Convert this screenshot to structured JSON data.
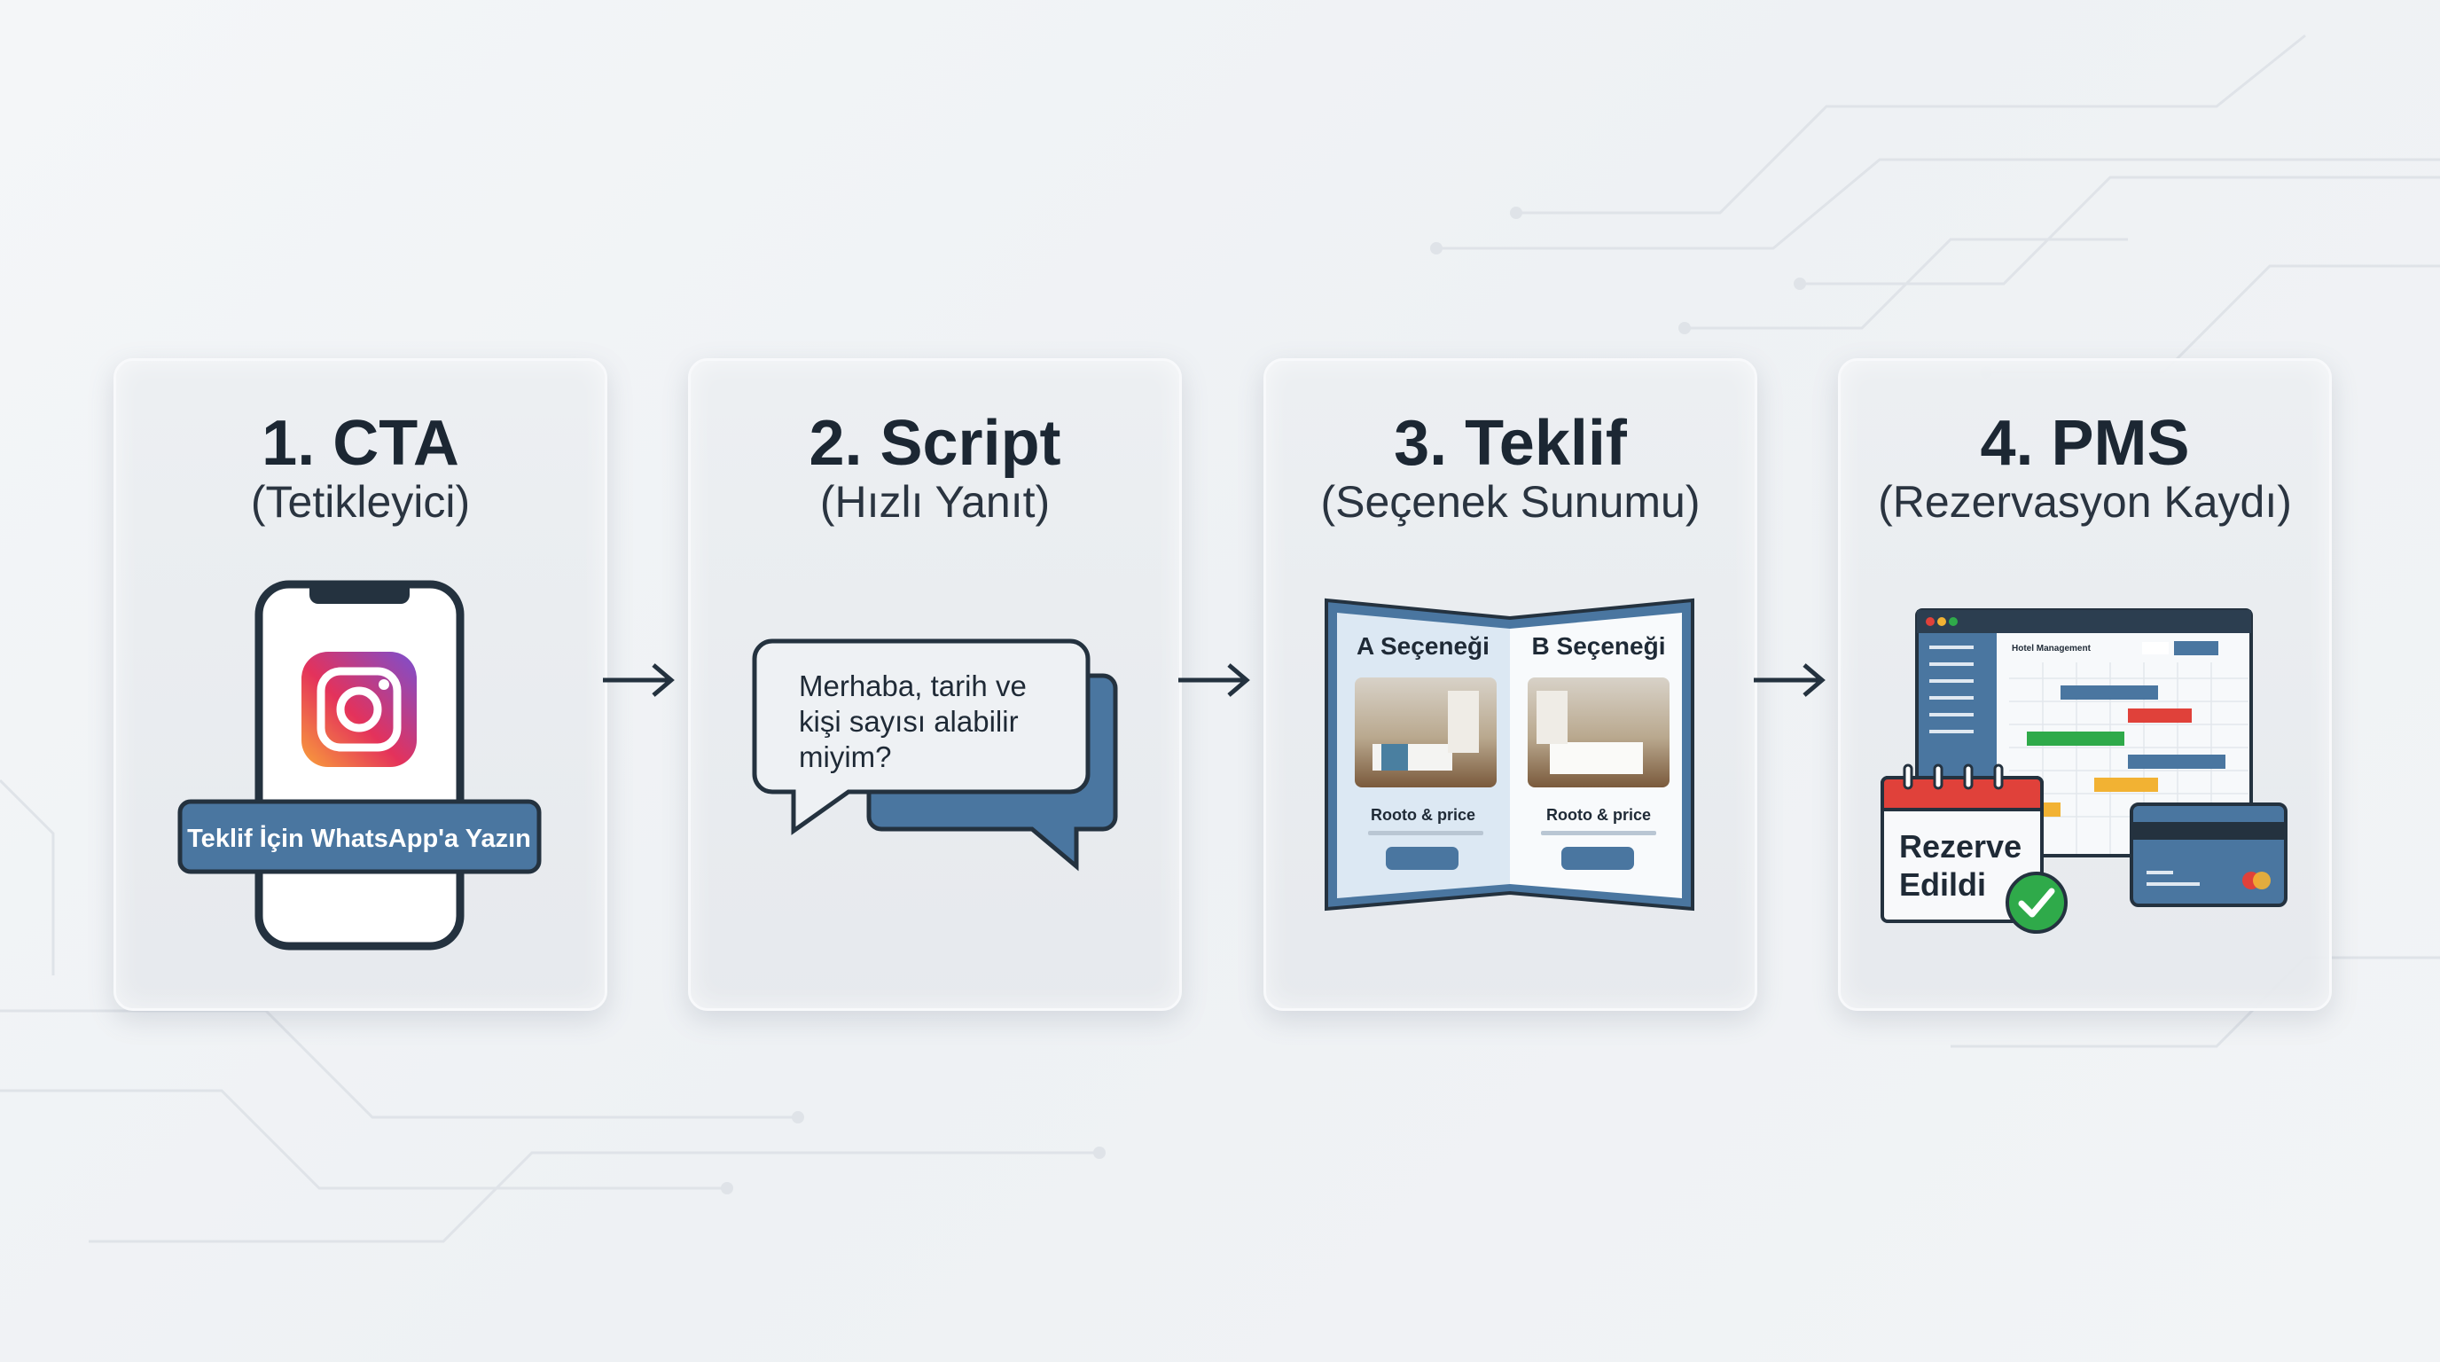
{
  "steps": [
    {
      "title": "1. CTA",
      "subtitle": "(Tetikleyici)",
      "banner": "Teklif İçin WhatsApp'a Yazın",
      "icon": "instagram-icon"
    },
    {
      "title": "2. Script",
      "subtitle": "(Hızlı Yanıt)",
      "message_lines": [
        "Merhaba, tarih ve",
        "kişi sayısı alabilir",
        "miyim?"
      ]
    },
    {
      "title": "3. Teklif",
      "subtitle": "(Seçenek Sunumu)",
      "options": [
        {
          "label": "A Seçeneği",
          "caption": "Rooto & price"
        },
        {
          "label": "B Seçeneği",
          "caption": "Rooto & price"
        }
      ]
    },
    {
      "title": "4. PMS",
      "subtitle": "(Rezervasyon Kaydı)",
      "app_title": "Hotel Management",
      "calendar_lines": [
        "Rezerve",
        "Edildi"
      ]
    }
  ],
  "colors": {
    "accent": "#4a76a0",
    "dark": "#1f2a36",
    "red": "#e0413a",
    "green": "#2faa4a",
    "yellow": "#f2b233"
  }
}
